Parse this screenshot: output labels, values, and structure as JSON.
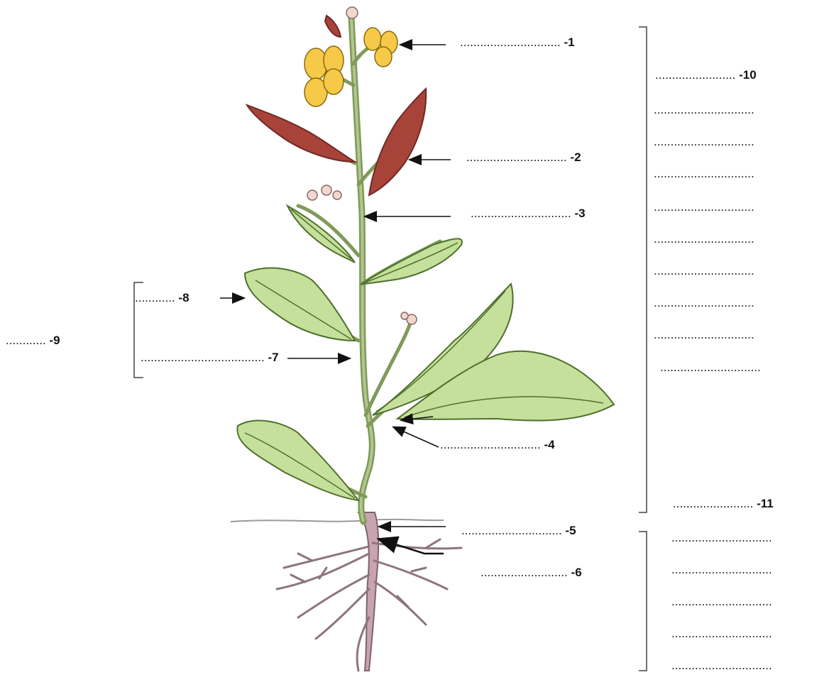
{
  "labels": {
    "l1": {
      "dots": "..............................",
      "num": "-1"
    },
    "l2": {
      "dots": "..............................",
      "num": "-2"
    },
    "l3": {
      "dots": "..............................",
      "num": "-3"
    },
    "l4": {
      "dots": "..............................",
      "num": "-4"
    },
    "l5": {
      "dots": "..............................",
      "num": "-5"
    },
    "l6": {
      "dots": "..........................",
      "num": "-6"
    },
    "l7": {
      "dots": ".....................................",
      "num": "-7"
    },
    "l8": {
      "dots": "............",
      "num": "-8"
    },
    "l9": {
      "dots": "............",
      "num": "-9"
    },
    "l10": {
      "dots": "........................",
      "num": "-10"
    },
    "l11": {
      "dots": "........................",
      "num": "-11"
    }
  },
  "answer_lines_10": [
    "..............................",
    "..............................",
    "..............................",
    "..............................",
    "..............................",
    "..............................",
    "..............................",
    "..............................",
    ".............................."
  ],
  "answer_lines_11": [
    "..............................",
    "..............................",
    "..............................",
    "..............................",
    ".............................."
  ],
  "colors": {
    "petal": "#f7c948",
    "pod": "#a8433a",
    "leaf": "#c5e09a",
    "leaf_edge": "#4f6f2e",
    "stem": "#8fa66a",
    "root": "#c9a3ae",
    "soil_line": "#9a9a9a"
  }
}
